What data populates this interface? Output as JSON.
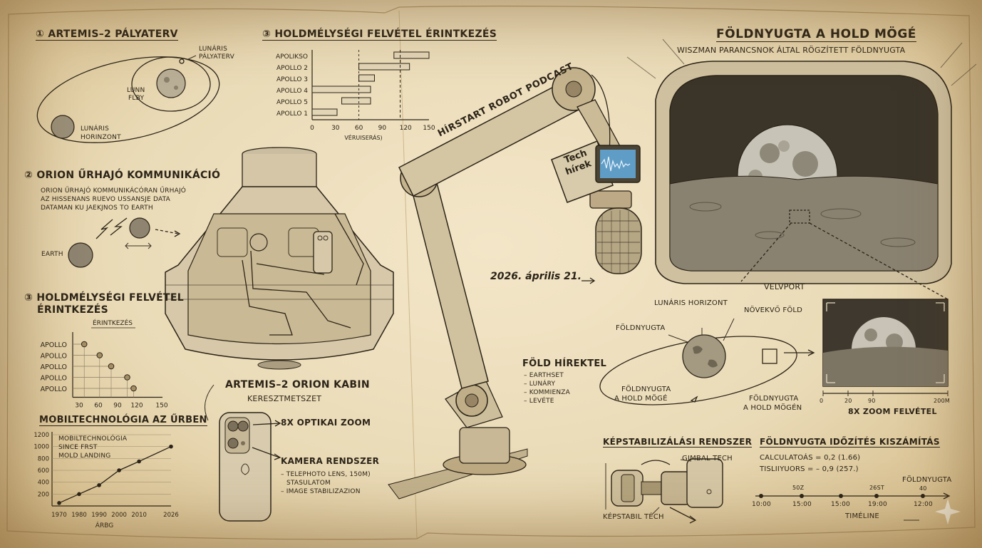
{
  "p1": {
    "title": "① ARTEMIS–2 PÁLYATERV",
    "luna_plan": [
      "LUNÁRIS",
      "PÁLYATERV"
    ],
    "lunn_flby": [
      "LUNN",
      "FLBY"
    ],
    "lunar_horizon": [
      "LUNÁRIS",
      "HORINZONT"
    ]
  },
  "p2": {
    "title": "② ORION ŰRHAJÓ KOMMUNIKÁCIÓ",
    "body": [
      "ORION ŰRHAJÓ KOMMUNIKÁCÓRAN ŰRHAJÓ",
      "AZ HISSENANS RUEVO USSANSJE DATA",
      "DATAMAN KU JAEKJNOS TO EARTH"
    ],
    "earth": "EARTH"
  },
  "p3": {
    "title": "③ HOLDMÉLYSÉGI FELVÉTEL ÉRINTKEZÉS"
  },
  "p4": {
    "title_lines": [
      "③ HOLDMÉLYSÉGI FELVÉTEL",
      "ÉRINTKEZÉS"
    ]
  },
  "p5": {
    "title": "MOBILTECHNOLÓGIA AZ ŰRBEN",
    "legend": [
      "MOBILTECHNOLÓGIA",
      "SINCE FRST",
      "MOLD LANDING"
    ]
  },
  "capsule": {
    "title": "ARTEMIS–2 ORION KABIN",
    "subtitle": "KERESZTMETSZET"
  },
  "phone": {
    "zoom": "8X OPTIKAI ZOOM",
    "camera_title": "KAMERA RENDSZER",
    "camera_lines": [
      "– TELEPHOTO LENS, 150M)",
      "STASULATOM",
      "– IMAGE STABILIZAZION"
    ]
  },
  "robot": {
    "arm_label": "HÍRSTART ROBOT PODCAST",
    "screen_label": [
      "Tech",
      "hírek"
    ],
    "date": "2026. április 21."
  },
  "news": {
    "title": "FÖLD HÍREKTEL",
    "items": [
      "– EARTHSET",
      "– LUNÁRY",
      "– KOMMIENZA",
      "– LEVÉTE"
    ]
  },
  "earthset": {
    "title": "FÖLDNYUGTA A HOLD MÖGÉ",
    "subtitle": "WISZMAN PARANCSNOK ÁLTAL RÖGZÍTETT FÖLDNYUGTA",
    "viewport": "VELVPORT",
    "lunar_horizon": "LUNÁRIS HORIZONT",
    "growing_earth": "NÖVEKVŐ FÖLD",
    "earthset_label": "FÖLDNYUGTA",
    "earthset_behind": [
      "FÖLDNYUGTA",
      "A HOLD MÖGÉ"
    ],
    "earthset_behind2": [
      "FÖLDNYUGTA",
      "A HOLD MÖGÉN"
    ],
    "zoom_caption": "8X ZOOM FELVÉTEL",
    "scale_ticks": [
      "0",
      "20",
      "90",
      "200M"
    ]
  },
  "stab": {
    "title": "KÉPSTABILIZÁLÁSI RENDSZER",
    "gimbal": "GIMBAL TECH",
    "label": "KÉPSTABIL TÉCH"
  },
  "timing": {
    "title": "FÖLDNYUGTA IDŐZÍTÉS KISZÁMÍTÁS",
    "formula1": "CALCULATOÁS = 0,2 (1.66)",
    "formula2": "TISLIIYUORS = – 0,9 (257.)",
    "marks_top": [
      "50Z",
      "26ST",
      "FÖLDNYUGTA",
      "40"
    ],
    "times": [
      "10:00",
      "15:00",
      "15:00",
      "19:00",
      "12:00"
    ],
    "axis_label": "TIMÉLINE"
  },
  "chart_data": [
    {
      "type": "bar",
      "title": "③ HOLDMÉLYSÉGI FELVÉTEL ÉRINTKEZÉS",
      "categories": [
        "APOLIKSO",
        "APOLLO 2",
        "APOLLO 3",
        "APOLLO 4",
        "APOLLO 5",
        "APOLLO 1"
      ],
      "ranges": [
        [
          105,
          150
        ],
        [
          60,
          125
        ],
        [
          60,
          80
        ],
        [
          0,
          75
        ],
        [
          38,
          75
        ],
        [
          0,
          32
        ]
      ],
      "xticks": [
        "0",
        "30",
        "60",
        "90",
        "120",
        "150"
      ],
      "xlabel": "VÉRUISERÁS)",
      "xlim": [
        0,
        150
      ]
    },
    {
      "type": "scatter",
      "title": "ÉRINTKEZÉS",
      "categories": [
        "APOLLO",
        "APOLLO",
        "APOLLO",
        "APOLLO",
        "APOLLO"
      ],
      "values": [
        38,
        62,
        80,
        105,
        115
      ],
      "xticks": [
        "30",
        "60",
        "90",
        "120",
        "150"
      ],
      "xlim": [
        20,
        160
      ]
    },
    {
      "type": "line",
      "x": [
        1970,
        1980,
        1990,
        2000,
        2010,
        2026
      ],
      "y": [
        50,
        200,
        350,
        600,
        750,
        1000
      ],
      "xticks": [
        "1970",
        "1980",
        "1990",
        "2000",
        "2010",
        "2026"
      ],
      "yticks": [
        "200",
        "400",
        "600",
        "800",
        "1000",
        "1200"
      ],
      "xlabel": "ÁRBG",
      "ylim": [
        0,
        1200
      ]
    }
  ]
}
